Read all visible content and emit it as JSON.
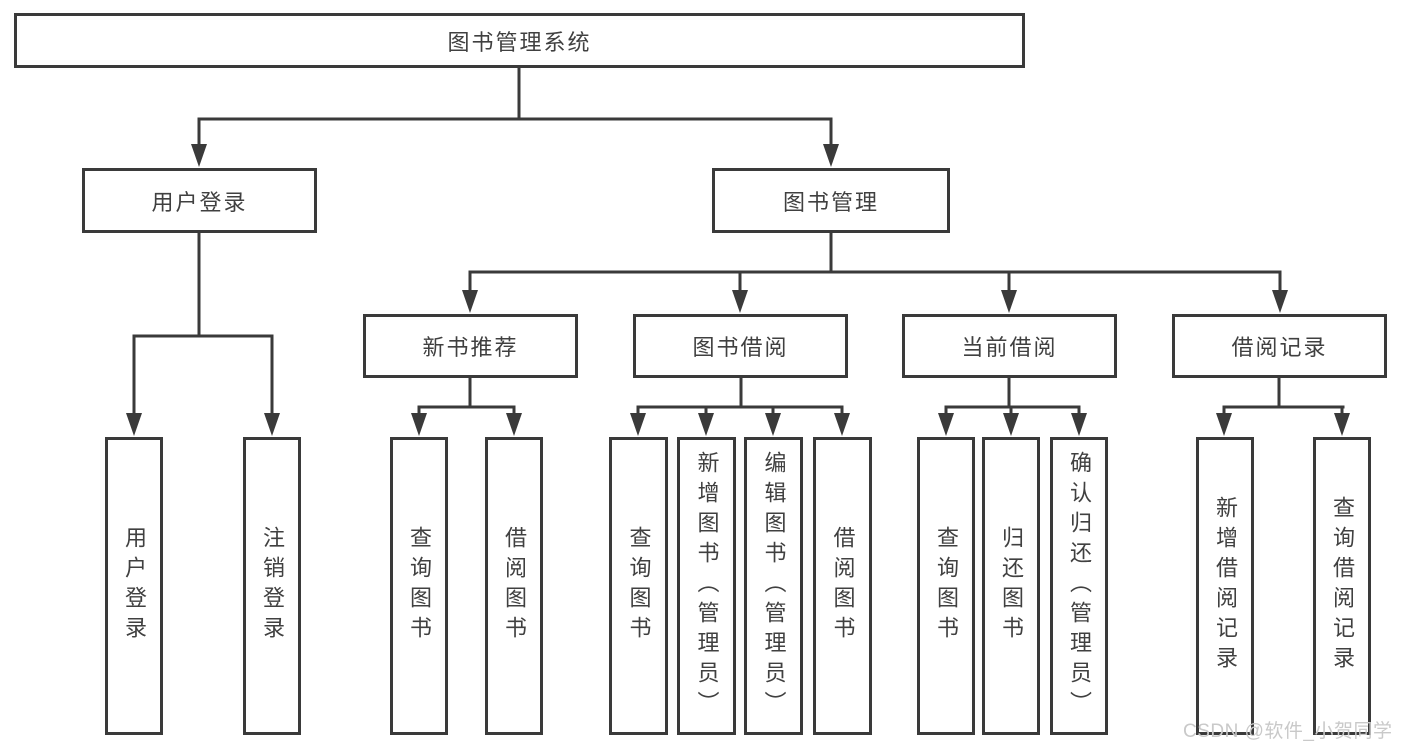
{
  "nodes": {
    "root": "图书管理系统",
    "level2": {
      "user_login": "用户登录",
      "book_management": "图书管理"
    },
    "level3": {
      "new_books": "新书推荐",
      "book_borrowing": "图书借阅",
      "current_borrowing": "当前借阅",
      "borrowing_records": "借阅记录"
    },
    "level4": {
      "user_login": [
        "用户登录",
        "注销登录"
      ],
      "new_books": [
        "查询图书",
        "借阅图书"
      ],
      "book_borrowing": [
        "查询图书",
        "新增图书（管理员）",
        "编辑图书（管理员）",
        "借阅图书"
      ],
      "current_borrowing": [
        "查询图书",
        "归还图书",
        "确认归还（管理员）"
      ],
      "borrowing_records": [
        "新增借阅记录",
        "查询借阅记录"
      ]
    }
  },
  "watermark": "CSDN @软件_小贺同学",
  "colors": {
    "line": "#3a3a3a",
    "text": "#404040",
    "background": "#ffffff",
    "watermark": "#c9c9c9"
  }
}
